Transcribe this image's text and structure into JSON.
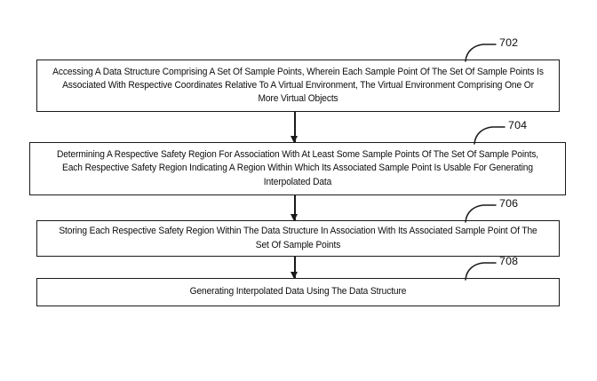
{
  "figure": {
    "background_color": "#ffffff",
    "line_color": "#1a1a1a",
    "text_color": "#0d0d0d"
  },
  "steps": [
    {
      "ref": "702",
      "text": "Accessing A Data Structure Comprising A Set Of Sample Points, Wherein Each Sample Point Of The Set Of Sample Points Is Associated With Respective Coordinates Relative To A Virtual Environment, The Virtual Environment Comprising One Or More Virtual Objects"
    },
    {
      "ref": "704",
      "text": "Determining A Respective Safety Region For Association With At Least Some Sample Points Of The Set Of Sample Points, Each Respective Safety Region Indicating A Region Within Which Its Associated Sample Point Is Usable For Generating Interpolated Data"
    },
    {
      "ref": "706",
      "text": "Storing Each Respective Safety Region Within The Data Structure In Association With Its Associated Sample Point Of The Set Of Sample Points"
    },
    {
      "ref": "708",
      "text": "Generating Interpolated Data Using The Data Structure"
    }
  ],
  "connectors": [
    {
      "from": "702",
      "to": "704",
      "style": "solid-line-with-filled-arrowhead"
    },
    {
      "from": "704",
      "to": "706",
      "style": "solid-line-with-filled-arrowhead"
    },
    {
      "from": "706",
      "to": "708",
      "style": "solid-line-with-filled-arrowhead"
    }
  ]
}
